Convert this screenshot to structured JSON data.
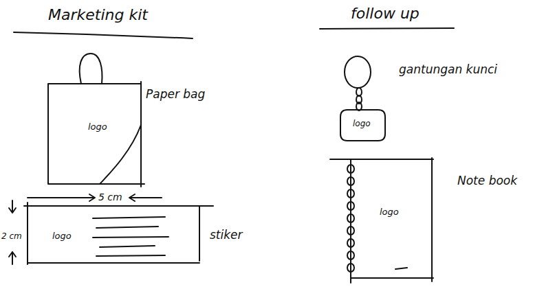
{
  "diagram": {
    "nodes": [
      {
        "text": [
          "logo",
          "Paper bag"
        ]
      },
      {
        "text": [
          "logo",
          "stiker"
        ]
      },
      {
        "text": [
          "logo",
          "gantungan kunci"
        ]
      },
      {
        "text": [
          "logo",
          "Note book"
        ]
      }
    ],
    "labels": [
      "Marketing kit",
      "follow up",
      "5 cm",
      "2 cm"
    ]
  }
}
